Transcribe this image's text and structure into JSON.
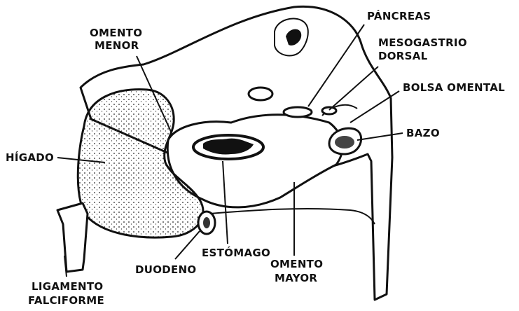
{
  "labels": {
    "pancreas": "PÁNCREAS",
    "omento_menor_1": "OMENTO",
    "omento_menor_2": "MENOR",
    "mesogastrio_1": "MESOGASTRIO",
    "mesogastrio_2": "DORSAL",
    "bolsa_omental": "BOLSA OMENTAL",
    "higado": "HÍGADO",
    "bazo": "BAZO",
    "estomago": "ESTÓMAGO",
    "duodeno": "DUODENO",
    "omento_mayor_1": "OMENTO",
    "omento_mayor_2": "MAYOR",
    "ligamento_1": "LIGAMENTO",
    "ligamento_2": "FALCIFORME"
  }
}
